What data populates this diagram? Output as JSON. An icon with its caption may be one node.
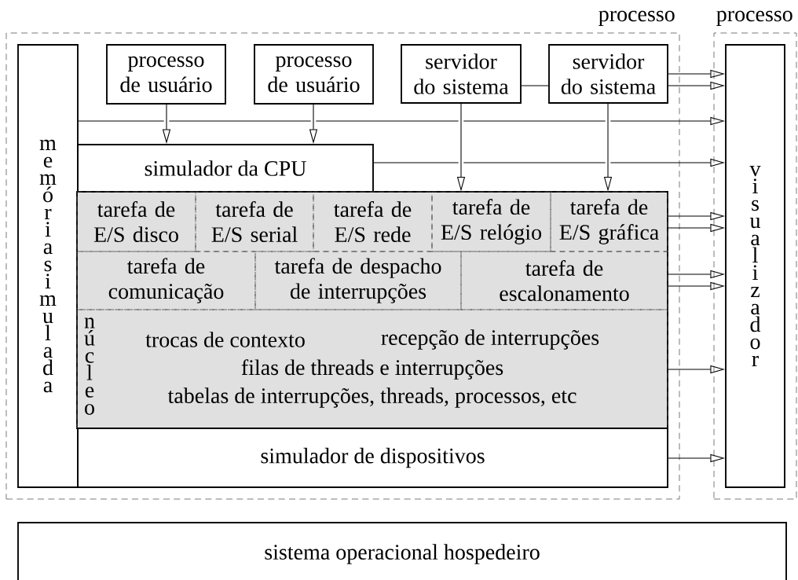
{
  "diagram": {
    "nodes": [
      {
        "text": [
          "processo"
        ]
      },
      {
        "text": [
          "processo"
        ]
      },
      {
        "text": [
          "memória simulada"
        ],
        "in": 0
      },
      {
        "text": [
          "processo de usuário"
        ],
        "in": 0
      },
      {
        "text": [
          "processo de usuário"
        ],
        "in": 0
      },
      {
        "text": [
          "servidor do sistema"
        ],
        "in": 0
      },
      {
        "text": [
          "servidor do sistema"
        ],
        "in": 0
      },
      {
        "text": [
          "simulador da CPU"
        ],
        "in": 0
      },
      {
        "text": [],
        "shape": "box",
        "in": 0
      },
      {
        "text": [
          "tarefa de E/S disco"
        ],
        "in": 8
      },
      {
        "text": [
          "tarefa de E/S serial"
        ],
        "in": 8
      },
      {
        "text": [
          "tarefa de E/S rede"
        ],
        "in": 8
      },
      {
        "text": [
          "tarefa de E/S relógio"
        ],
        "in": 8
      },
      {
        "text": [
          "tarefa de E/S gráfica"
        ],
        "in": 8
      },
      {
        "text": [
          "tarefa de comunicação"
        ],
        "in": 8
      },
      {
        "text": [
          "tarefa de despacho de interrupções"
        ],
        "in": 8
      },
      {
        "text": [
          "tarefa de escalonamento"
        ],
        "in": 8
      },
      {
        "text": [
          "núcleo",
          "trocas de contexto",
          "recepção de interrupções",
          "filas de threads e interrupções",
          "tabelas de interrupções, threads, processos, etc"
        ],
        "in": 8
      },
      {
        "text": [
          "simulador de dispositivos"
        ],
        "in": 0
      },
      {
        "text": [
          "visualizador"
        ],
        "in": 1
      },
      {
        "text": [
          "sistema operacional hospedeiro"
        ]
      }
    ],
    "edges": [
      {
        "from": 3,
        "to": 7,
        "arrow": "to"
      },
      {
        "from": 4,
        "to": 7,
        "arrow": "to"
      },
      {
        "from": 5,
        "to": 6,
        "arrow": "none"
      },
      {
        "from": 5,
        "to": 12,
        "arrow": "to"
      },
      {
        "from": 6,
        "to": 13,
        "arrow": "to"
      },
      {
        "from": 6,
        "to": 19,
        "arrow": "to"
      },
      {
        "from": 6,
        "to": 19,
        "arrow": "to"
      },
      {
        "from": 2,
        "to": 19,
        "arrow": "to"
      },
      {
        "from": 7,
        "to": 19,
        "arrow": "to"
      },
      {
        "from": 13,
        "to": 19,
        "arrow": "to"
      },
      {
        "from": 13,
        "to": 19,
        "arrow": "to"
      },
      {
        "from": 16,
        "to": 19,
        "arrow": "to"
      },
      {
        "from": 16,
        "to": 19,
        "arrow": "to"
      },
      {
        "from": 17,
        "to": 19,
        "arrow": "to"
      },
      {
        "from": 18,
        "to": 19,
        "arrow": "to"
      }
    ]
  }
}
